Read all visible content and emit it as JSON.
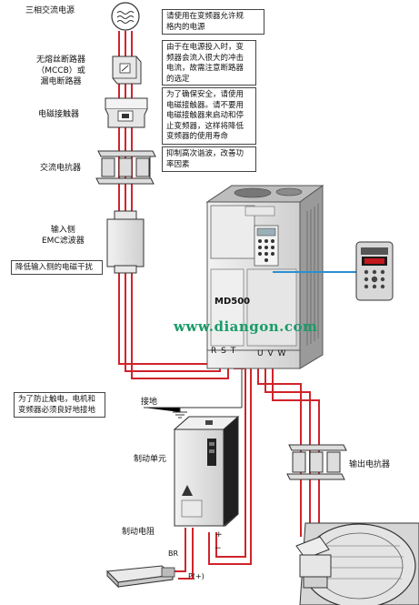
{
  "labels": {
    "power_source": "三相交流电源",
    "breaker": "无熔丝断路器\n（MCCB）或\n漏电断路器",
    "contactor": "电磁接触器",
    "ac_reactor": "交流电抗器",
    "emc_filter": "输入侧\nEMC滤波器",
    "ground": "接地",
    "brake_unit": "制动单元",
    "brake_resistor": "制动电阻",
    "output_reactor": "输出电抗器"
  },
  "notes": {
    "power": "请使用在变频器允许规\n格内的电源",
    "breaker": "由于在电源投入时，变\n频器会流入很大的冲击\n电流，故需注意断路器\n的选定",
    "contactor": "为了确保安全，请使用\n电磁接触器。请不要用\n电磁接触器来启动和停\n止变频器，这样将降低\n变频器的使用寿命",
    "reactor": "抑制高次谐波，改善功\n率因素",
    "emc": "降低输入侧的电磁干扰",
    "grounding": "为了防止触电，电机和\n变频器必须良好地接地"
  },
  "device": {
    "model": "MD500",
    "input_terminals": "R S T",
    "output_terminals": "U V W",
    "plus_terminal": "+",
    "minus_terminal": "−",
    "br_terminal": "BR",
    "p_terminal": "P(+)"
  },
  "watermark": "www.diangon.com",
  "colors": {
    "wire": "#d0242b",
    "pointer": "#2a8fcf",
    "device_body": "#e4e4e4",
    "device_edge": "#555555"
  }
}
